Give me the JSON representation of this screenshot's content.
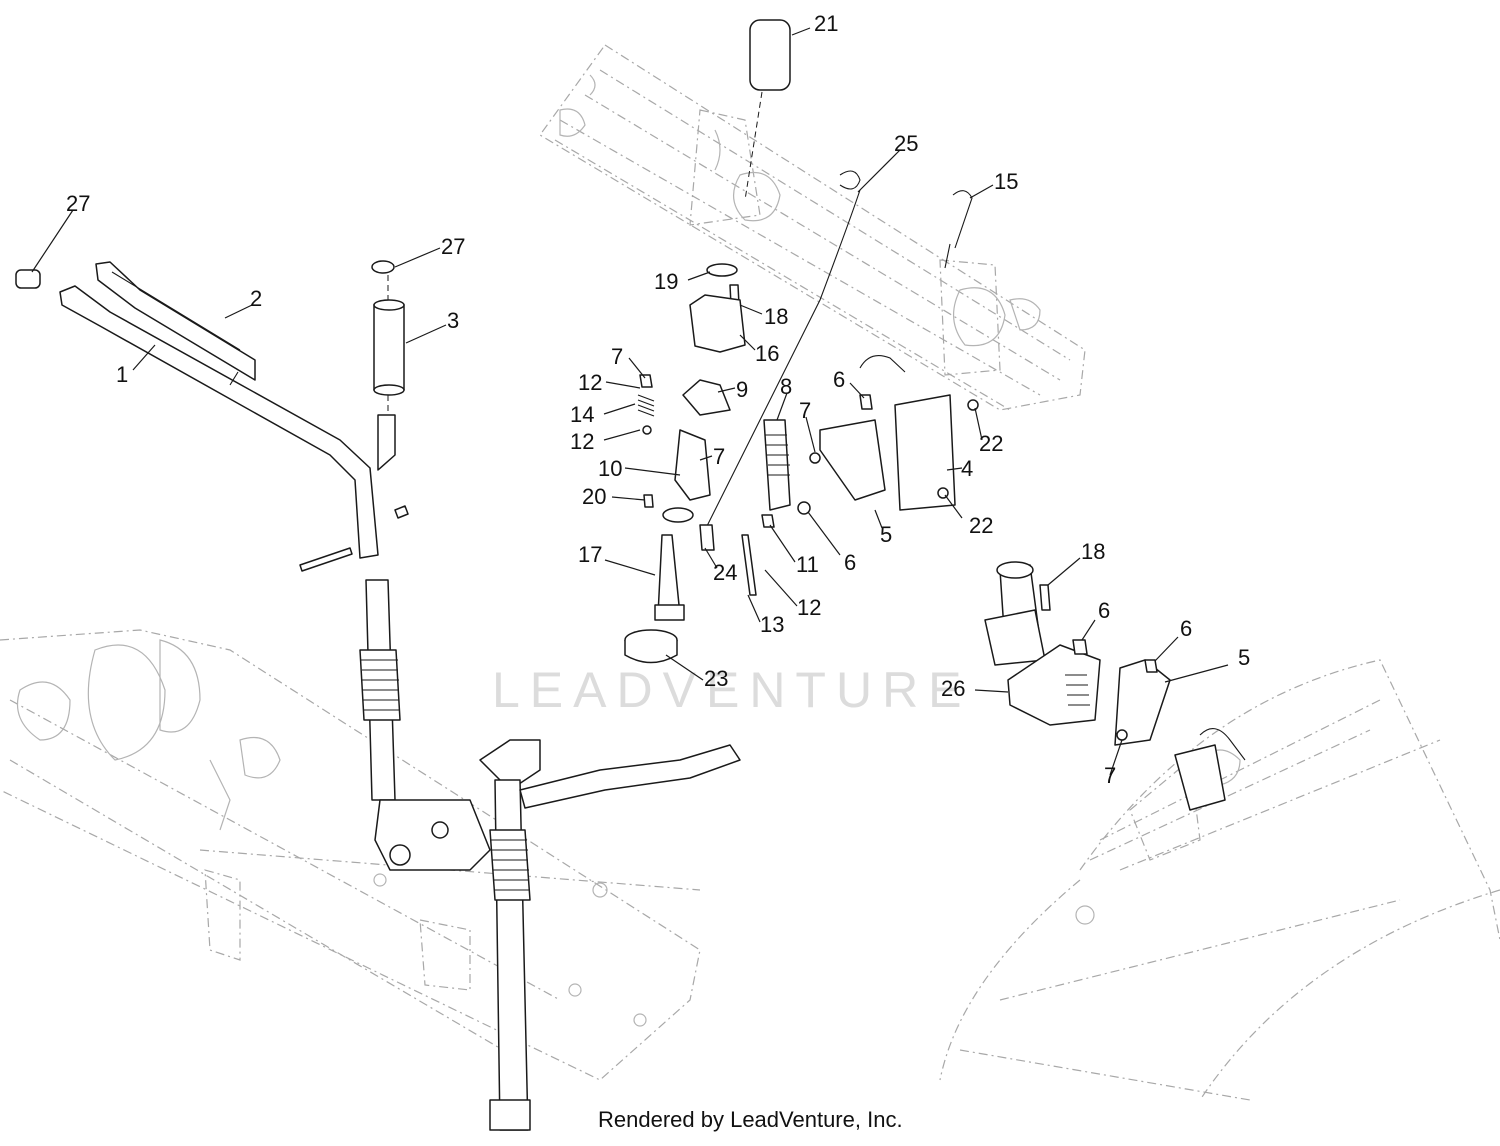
{
  "diagram": {
    "watermark": "LEADVENTURE",
    "footer": "Rendered by LeadVenture, Inc.",
    "callouts": [
      "21",
      "25",
      "15",
      "27",
      "27",
      "2",
      "3",
      "1",
      "19",
      "18",
      "16",
      "7",
      "12",
      "14",
      "12",
      "9",
      "8",
      "6",
      "7",
      "10",
      "7",
      "20",
      "22",
      "4",
      "22",
      "5",
      "17",
      "24",
      "11",
      "6",
      "12",
      "13",
      "23",
      "18",
      "6",
      "6",
      "5",
      "26",
      "7"
    ]
  }
}
